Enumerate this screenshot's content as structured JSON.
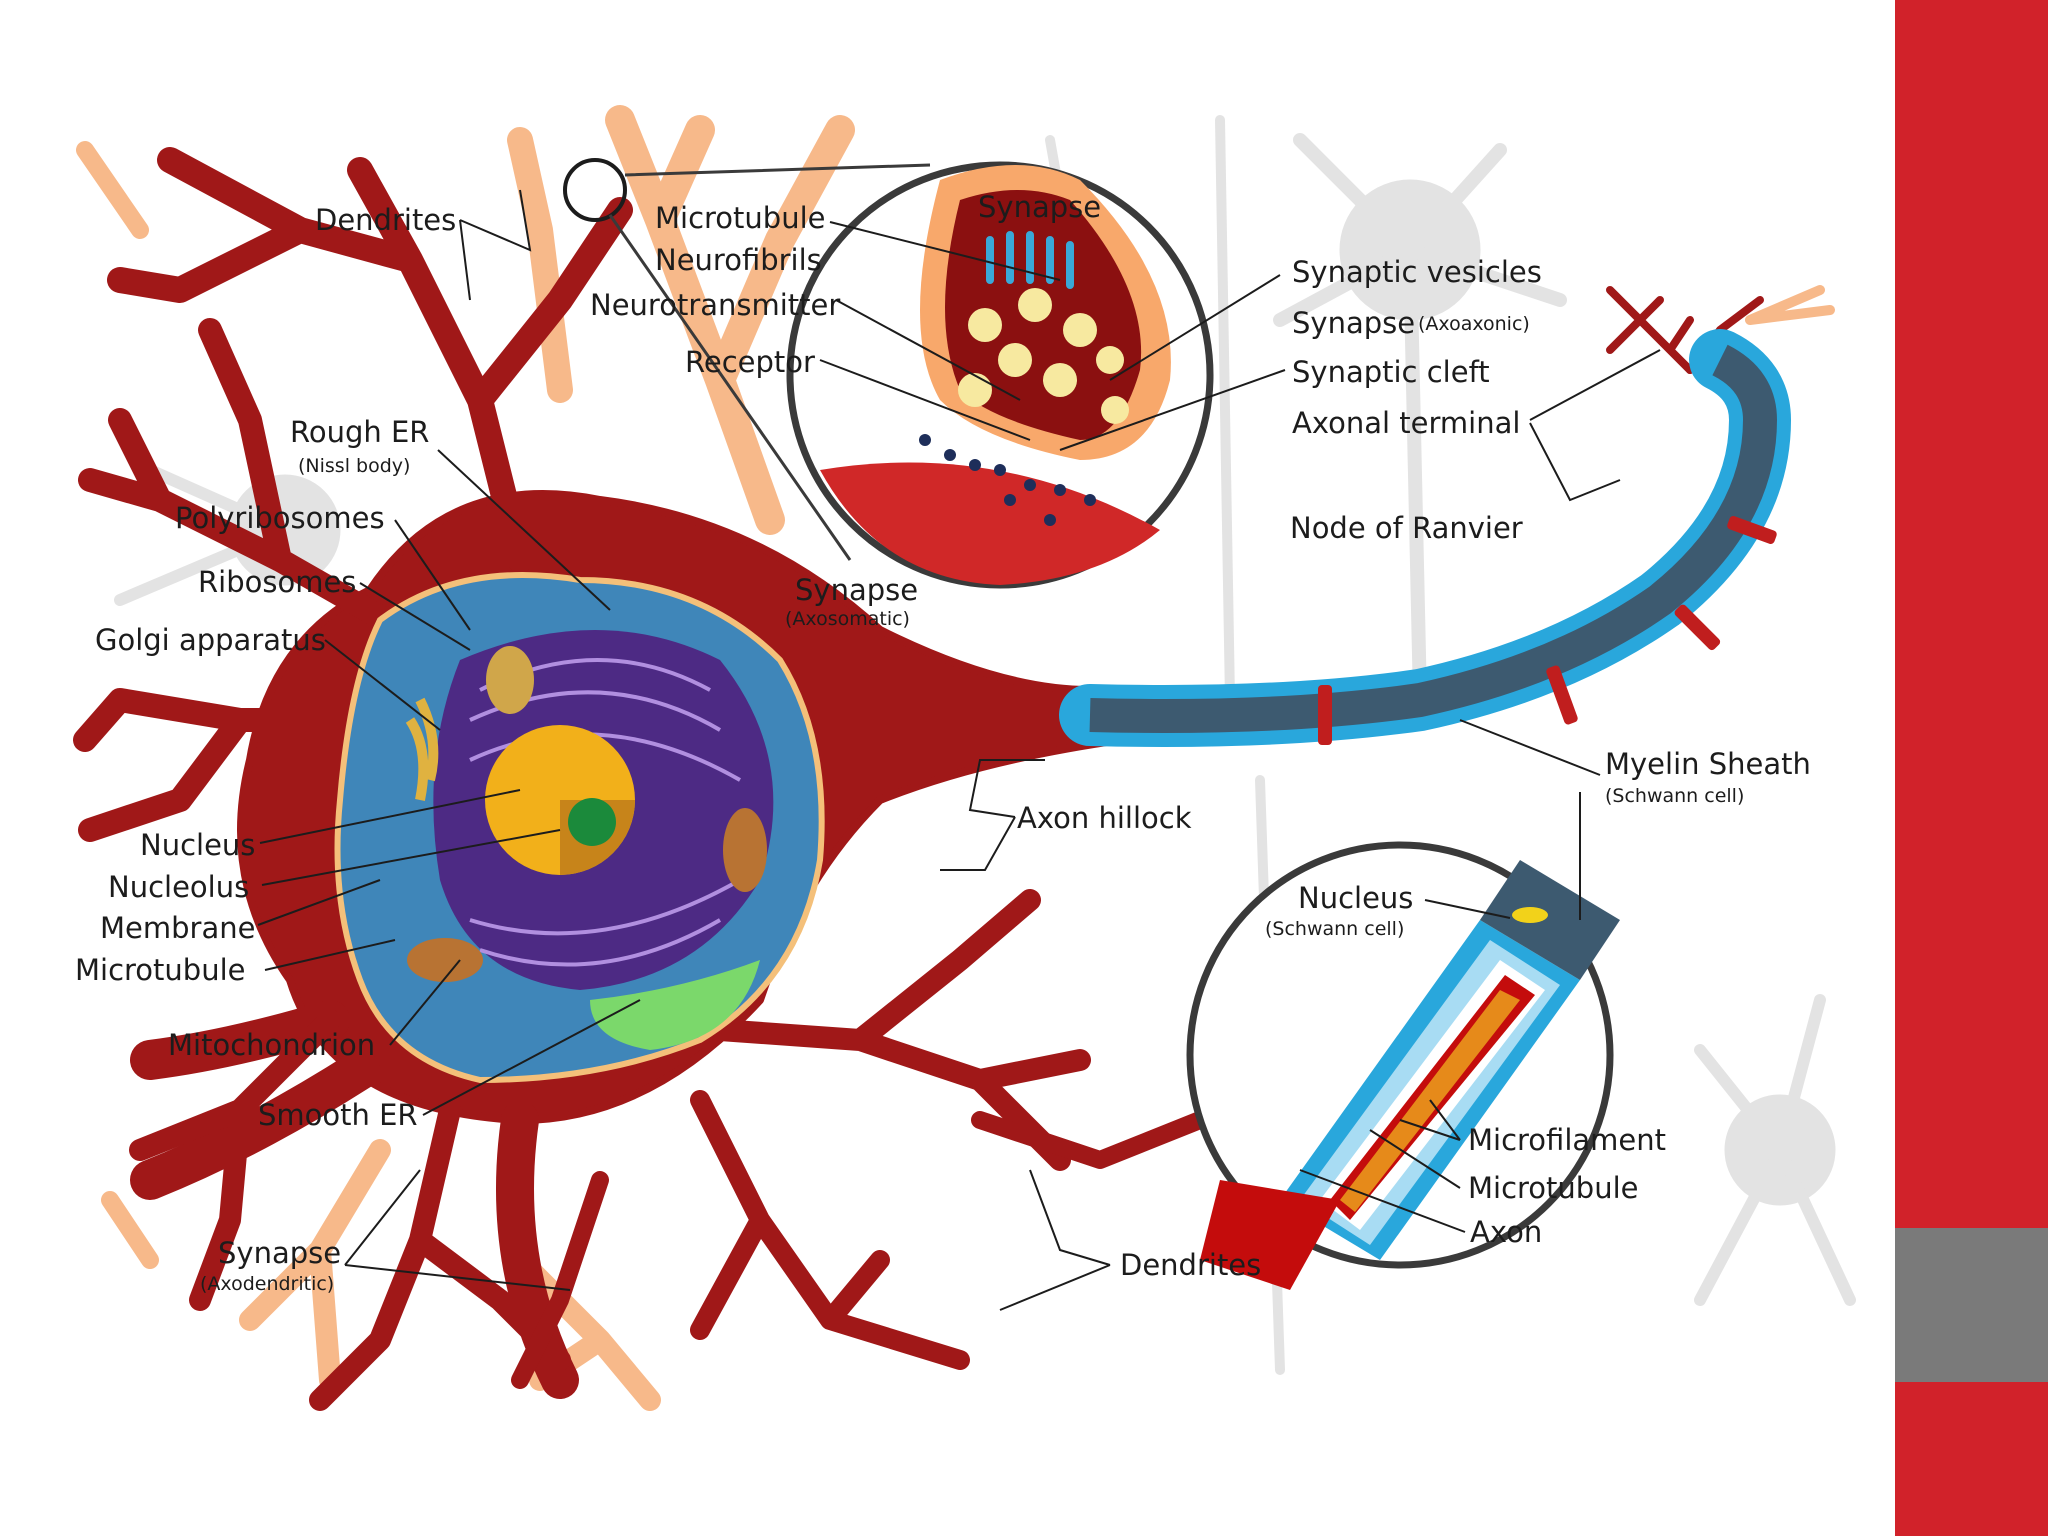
{
  "colors": {
    "accent": "#d1222a",
    "accent_gray": "#7a7a7a",
    "neuron": "#a01818",
    "myelin": "#29a7dc",
    "cytoplasm": "#3f86b9",
    "nucleus": "#f2b01a",
    "er": "#4d2a84"
  },
  "labels": {
    "dendrites_top": "Dendrites",
    "microtubule_top": "Microtubule",
    "neurofibrils": "Neurofibrils",
    "neurotransmitter": "Neurotransmitter",
    "receptor": "Receptor",
    "synapse_inset": "Synapse",
    "synaptic_vesicles": "Synaptic vesicles",
    "synapse_axoaxonic": "Synapse",
    "synapse_axoaxonic_sub": "(Axoaxonic)",
    "synaptic_cleft": "Synaptic cleft",
    "axonal_terminal": "Axonal terminal",
    "node_of_ranvier": "Node of Ranvier",
    "rough_er": "Rough ER",
    "rough_er_sub": "(Nissl body)",
    "polyribosomes": "Polyribosomes",
    "ribosomes": "Ribosomes",
    "golgi": "Golgi apparatus",
    "synapse_axosomatic": "Synapse",
    "synapse_axosomatic_sub": "(Axosomatic)",
    "nucleus": "Nucleus",
    "nucleolus": "Nucleolus",
    "membrane": "Membrane",
    "microtubule_left": "Microtubule",
    "mitochondrion": "Mitochondrion",
    "smooth_er": "Smooth ER",
    "synapse_axodendritic": "Synapse",
    "synapse_axodendritic_sub": "(Axodendritic)",
    "axon_hillock": "Axon hillock",
    "myelin_sheath": "Myelin Sheath",
    "myelin_sheath_sub": "(Schwann cell)",
    "nucleus_schwann": "Nucleus",
    "nucleus_schwann_sub": "(Schwann cell)",
    "microfilament": "Microfilament",
    "microtubule_inset": "Microtubule",
    "axon": "Axon",
    "dendrites_bottom": "Dendrites"
  }
}
